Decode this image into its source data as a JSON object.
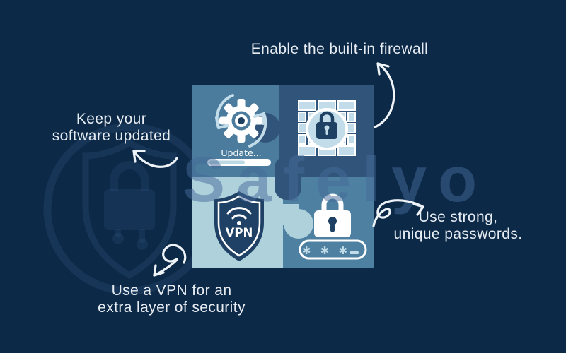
{
  "watermark": {
    "brand": "Safelyo"
  },
  "tips": {
    "firewall": "Enable the built-in firewall",
    "software": {
      "line1": "Keep your",
      "line2": "software updated"
    },
    "passwords": {
      "line1": "Use strong,",
      "line2": "unique passwords."
    },
    "vpn": {
      "line1": "Use a VPN for an",
      "line2": "extra layer of security"
    }
  },
  "illustration": {
    "update_label": "Update...",
    "update_progress_percent": 55,
    "vpn_badge": "VPN",
    "password_mask": "✱ ✱ ✱",
    "quadrants": [
      "software-update",
      "firewall",
      "vpn-shield",
      "password-lock"
    ]
  },
  "colors": {
    "background": "#0d2948",
    "quadrant_steel_blue": "#4b7c9d",
    "quadrant_dark_slate": "#31547a",
    "quadrant_light_blue": "#aed1dc",
    "icon_light_blue": "#c2dde9",
    "icon_dark_navy": "#1e4063",
    "shield_navy": "#1f4166",
    "label_text": "#e6ecf2",
    "arrow_stroke": "#eef3f7",
    "watermark_tint": "rgba(68,105,152,0.5)"
  }
}
